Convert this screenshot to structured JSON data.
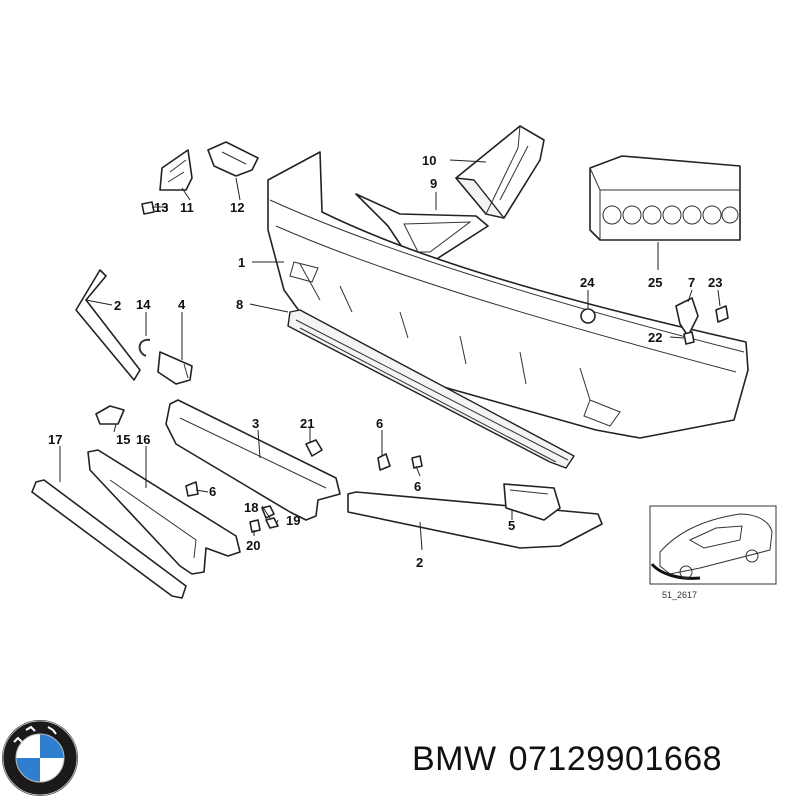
{
  "diagram": {
    "callouts": {
      "c1": "1",
      "c2a": "2",
      "c2b": "2",
      "c3": "3",
      "c4": "4",
      "c5": "5",
      "c6a": "6",
      "c6b": "6",
      "c6c": "6",
      "c7": "7",
      "c8": "8",
      "c9": "9",
      "c10": "10",
      "c11": "11",
      "c12": "12",
      "c13": "13",
      "c14": "14",
      "c15": "15",
      "c16": "16",
      "c17": "17",
      "c18": "18",
      "c19": "19",
      "c20": "20",
      "c21": "21",
      "c22": "22",
      "c23": "23",
      "c24": "24",
      "c25": "25"
    },
    "reference_code": "51_2617"
  },
  "footer": {
    "brand": "BMW",
    "part_number": "07129901668"
  },
  "colors": {
    "logo_blue": "#2f7fd1",
    "logo_ring": "#1a1a1a"
  }
}
